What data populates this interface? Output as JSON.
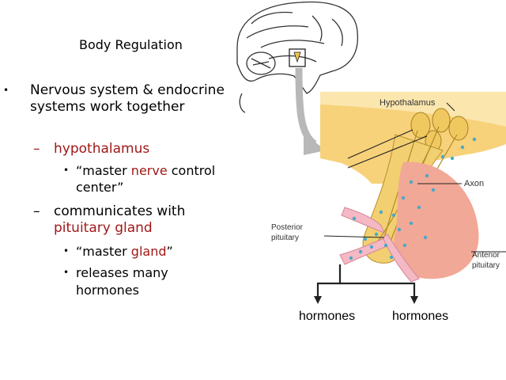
{
  "slide": {
    "title": "Body Regulation",
    "bullet1_line1": "Nervous system & endocrine",
    "bullet1_line2": "systems work together",
    "sub1": "hypothalamus",
    "sub1a_pre": "“master ",
    "sub1a_red": "nerve",
    "sub1a_post": " control",
    "sub1a_line2": "center”",
    "sub2_line1": "communicates with",
    "sub2_line2": "pituitary gland",
    "sub2a_pre": "“master ",
    "sub2a_red": "gland",
    "sub2a_post": "”",
    "sub2b_line1": "releases many",
    "sub2b_line2": "hormones"
  },
  "figure": {
    "hypothalamus_label": "Hypothalamus",
    "axon_label": "Axon",
    "posterior_label_1": "Posterior",
    "posterior_label_2": "pituitary",
    "anterior_label_1": "Anterior",
    "anterior_label_2": "pituitary",
    "hormones_left": "hormones",
    "hormones_right": "hormones"
  },
  "colors": {
    "accent_red": "#a01818",
    "hypothalamus_fill": "#f7d27a",
    "anterior_fill": "#f2a896",
    "vessel_fill": "#f4b9c4",
    "dot_fill": "#4aa8c8"
  }
}
